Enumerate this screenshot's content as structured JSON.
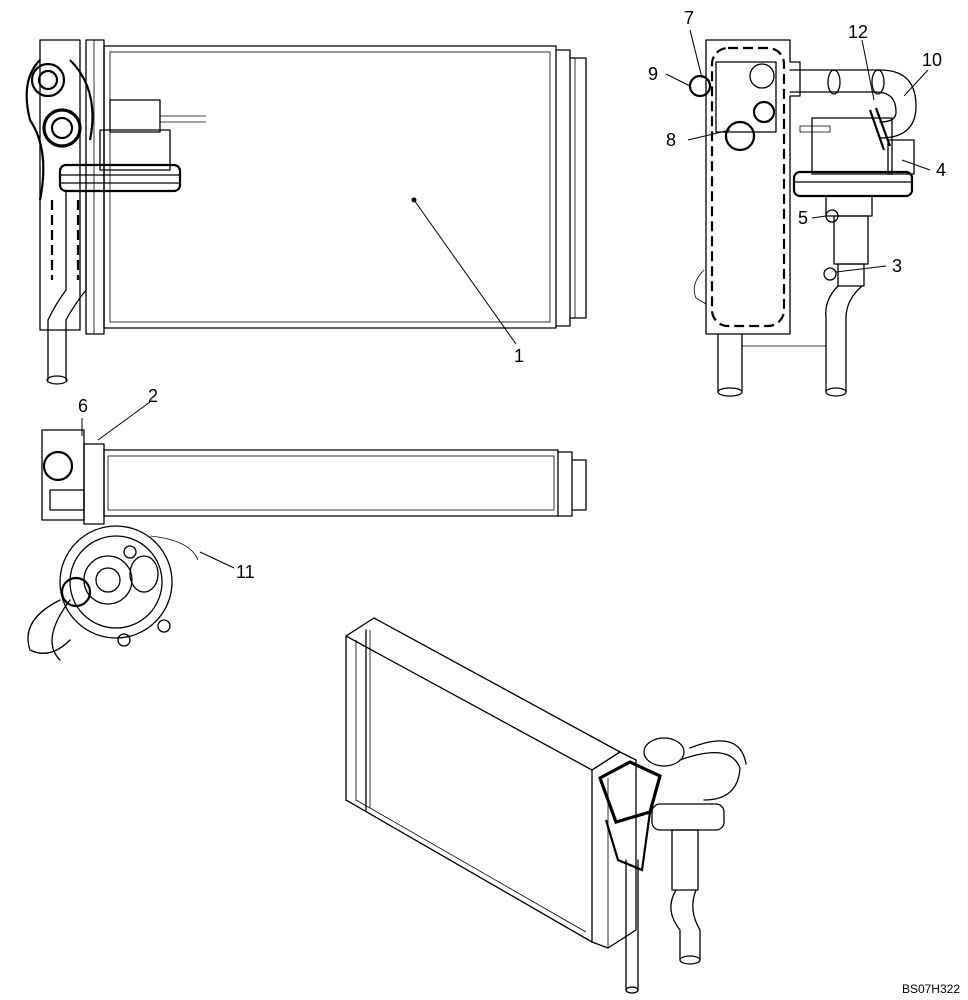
{
  "callouts": {
    "c1": "1",
    "c2": "2",
    "c3": "3",
    "c4": "4",
    "c5": "5",
    "c6": "6",
    "c7": "7",
    "c8": "8",
    "c9": "9",
    "c10": "10",
    "c11": "11",
    "c12": "12"
  },
  "document_code": "BS07H322"
}
